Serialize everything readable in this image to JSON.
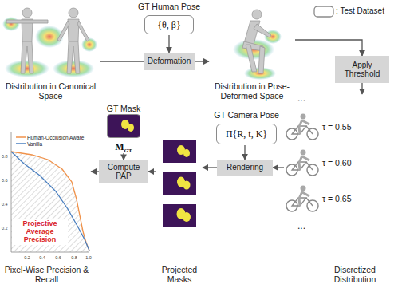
{
  "diagram": {
    "nodes": [
      {
        "text": [
          "Distribution in Canonical Space"
        ]
      },
      {
        "text": [
          "GT Human Pose",
          "{θ, β}"
        ]
      },
      {
        "text": [
          "Deformation"
        ]
      },
      {
        "text": [
          "Distribution in Pose-Deformed Space"
        ]
      },
      {
        "text": [
          "Apply Threshold"
        ]
      },
      {
        "text": [
          "GT Mask",
          "M",
          "GT"
        ]
      },
      {
        "text": [
          "Compute PAP"
        ]
      },
      {
        "text": [
          "GT Camera Pose",
          "Π{R, t, K}"
        ]
      },
      {
        "text": [
          "Rendering"
        ]
      },
      {
        "text": [
          "Pixel-Wise Precision & Recall"
        ]
      },
      {
        "text": [
          "Projected Masks"
        ]
      },
      {
        "text": [
          "Discretized Distribution"
        ]
      }
    ],
    "edges": [
      {
        "from": 0,
        "to": 2,
        "arrow": "none"
      },
      {
        "from": 1,
        "to": 2,
        "arrow": "to"
      },
      {
        "from": 2,
        "to": 3,
        "arrow": "to"
      },
      {
        "from": 3,
        "to": 4,
        "arrow": "to"
      },
      {
        "from": 4,
        "to": 11,
        "arrow": "to"
      },
      {
        "from": 11,
        "to": 8,
        "arrow": "to"
      },
      {
        "from": 7,
        "to": 8,
        "arrow": "to"
      },
      {
        "from": 8,
        "to": 10,
        "arrow": "to"
      },
      {
        "from": 10,
        "to": 6,
        "arrow": "to"
      },
      {
        "from": 5,
        "to": 6,
        "arrow": "to"
      },
      {
        "from": 6,
        "to": 9,
        "arrow": "to"
      }
    ],
    "labels": [
      "τ = 0.55",
      "τ = 0.60",
      "τ = 0.65",
      "...",
      "...",
      "Projective Average Precision",
      "0.8",
      "0.6",
      "0.4",
      "0.2",
      "0.2",
      "0.4",
      "0.6",
      "0.8",
      "1.0"
    ],
    "legend": [
      {
        "text": ": Test Dataset"
      },
      {
        "text": "Human-Occlusion Aware"
      },
      {
        "text": "Vanilla"
      }
    ]
  }
}
